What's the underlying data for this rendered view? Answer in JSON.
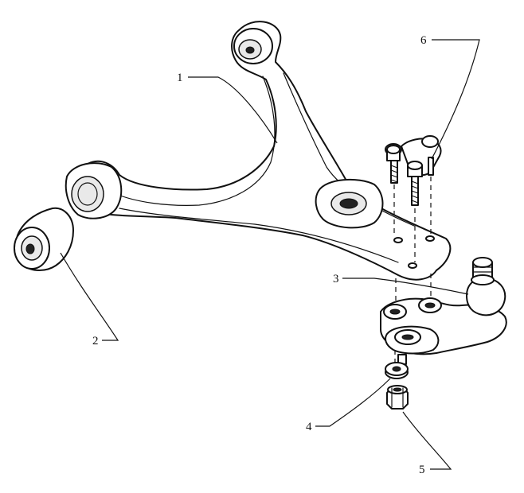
{
  "callouts": [
    {
      "id": "1",
      "label": "1"
    },
    {
      "id": "2",
      "label": "2"
    },
    {
      "id": "3",
      "label": "3"
    },
    {
      "id": "4",
      "label": "4"
    },
    {
      "id": "5",
      "label": "5"
    },
    {
      "id": "6",
      "label": "6"
    }
  ],
  "parts": [
    {
      "callout": "1",
      "icon": "control-arm-icon"
    },
    {
      "callout": "2",
      "icon": "bushing-icon"
    },
    {
      "callout": "3",
      "icon": "ball-joint-icon"
    },
    {
      "callout": "4",
      "icon": "washer-icon"
    },
    {
      "callout": "5",
      "icon": "nut-icon"
    },
    {
      "callout": "6",
      "icon": "bolt-plate-icon"
    }
  ],
  "colors": {
    "ink": "#111111",
    "paper": "#ffffff"
  }
}
